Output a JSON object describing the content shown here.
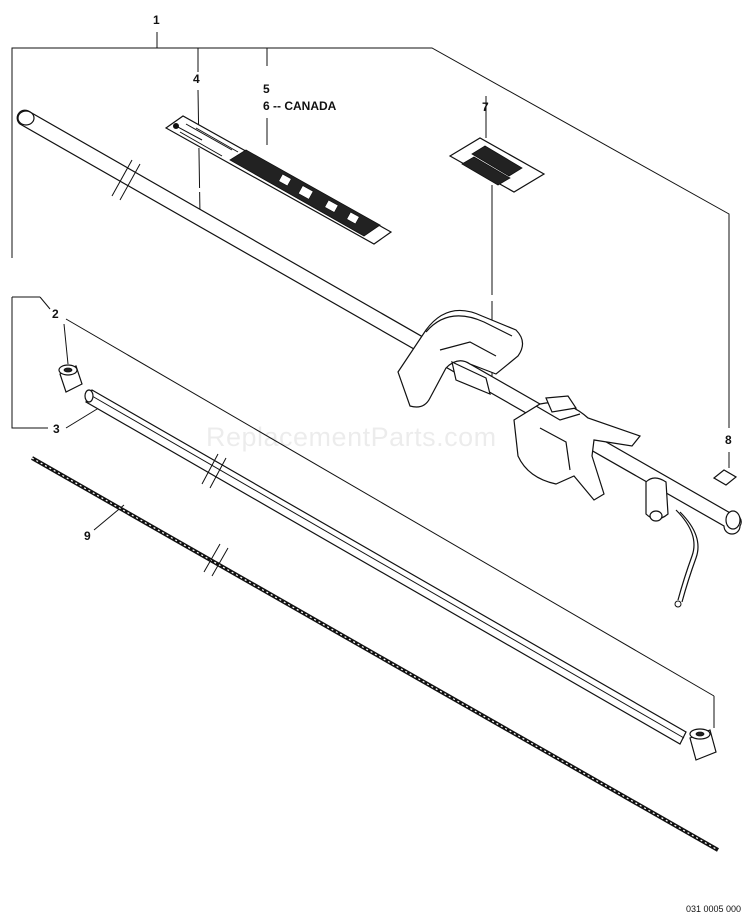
{
  "callouts": {
    "c1": "1",
    "c2": "2",
    "c3": "3",
    "c4": "4",
    "c5": "5",
    "c6": "6 -- CANADA",
    "c7": "7",
    "c8": "8",
    "c9": "9"
  },
  "watermark": "ReplacementParts.com",
  "drawing_code": "031 0005 000"
}
